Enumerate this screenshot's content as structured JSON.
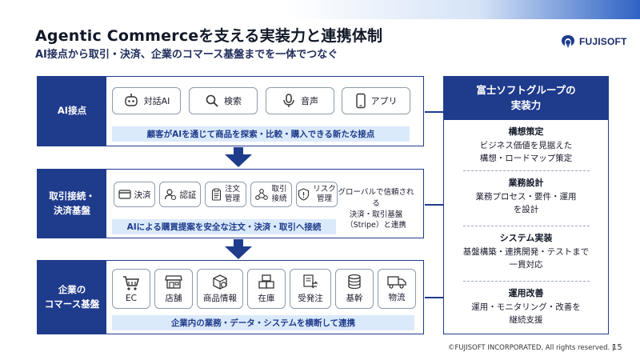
{
  "header": {
    "title": "Agentic Commerceを支える実装力と連携体制",
    "subtitle": "AI接点から取引・決済、企業のコマース基盤までを一体でつなぐ"
  },
  "logo": {
    "text": "FUJISOFT",
    "icon": "fujisoft-logo-icon"
  },
  "sections": [
    {
      "label_line1": "AI接点",
      "chips": [
        {
          "label": "対話AI",
          "icon": "chatbot-icon"
        },
        {
          "label": "検索",
          "icon": "search-icon"
        },
        {
          "label": "音声",
          "icon": "microphone-icon"
        },
        {
          "label": "アプリ",
          "icon": "smartphone-icon"
        }
      ],
      "bar": "顧客がAIを通じて商品を探索・比較・購入できる新たな接点"
    },
    {
      "label_line1": "取引接続・",
      "label_line2": "決済基盤",
      "chips": [
        {
          "label": "決済",
          "icon": "credit-card-icon"
        },
        {
          "label": "認証",
          "icon": "user-auth-icon"
        },
        {
          "label_line1": "注文",
          "label_line2": "管理",
          "icon": "order-clipboard-icon"
        },
        {
          "label_line1": "取引",
          "label_line2": "接続",
          "icon": "network-icon"
        },
        {
          "label_line1": "リスク",
          "label_line2": "管理",
          "icon": "shield-alert-icon"
        }
      ],
      "note_line1": "グローバルで信頼される",
      "note_line2": "決済・取引基盤",
      "note_line3": "（Stripe）と連携",
      "bar": "AIによる購買提案を安全な注文・決済・取引へ接続"
    },
    {
      "label_line1": "企業の",
      "label_line2": "コマース基盤",
      "chips": [
        {
          "label": "EC",
          "icon": "cart-icon"
        },
        {
          "label": "店舗",
          "icon": "store-icon"
        },
        {
          "label": "商品情報",
          "icon": "product-info-icon"
        },
        {
          "label": "在庫",
          "icon": "inventory-icon"
        },
        {
          "label": "受発注",
          "icon": "order-exchange-icon"
        },
        {
          "label": "基幹",
          "icon": "database-icon"
        },
        {
          "label": "物流",
          "icon": "truck-icon"
        }
      ],
      "bar": "企業内の業務・データ・システムを横断して連携"
    }
  ],
  "panel": {
    "title_line1": "富士ソフトグループの",
    "title_line2": "実装力",
    "items": [
      {
        "heading": "構想策定",
        "body_line1": "ビジネス価値を見据えた",
        "body_line2": "構想・ロードマップ策定"
      },
      {
        "heading": "業務設計",
        "body_line1": "業務プロセス・要件・運用",
        "body_line2": "を設計"
      },
      {
        "heading": "システム実装",
        "body_line1": "基盤構築・連携開発・テストまで",
        "body_line2": "一貫対応"
      },
      {
        "heading": "運用改善",
        "body_line1": "運用・モニタリング・改善を",
        "body_line2": "継続支援"
      }
    ]
  },
  "footer": {
    "copyright": "©FUJISOFT INCORPORATED, All rights reserved.  |",
    "page": "15"
  },
  "colors": {
    "navy": "#1f3b8c",
    "bar_bg": "#dbeafb",
    "chip_border": "#8d99ad"
  }
}
